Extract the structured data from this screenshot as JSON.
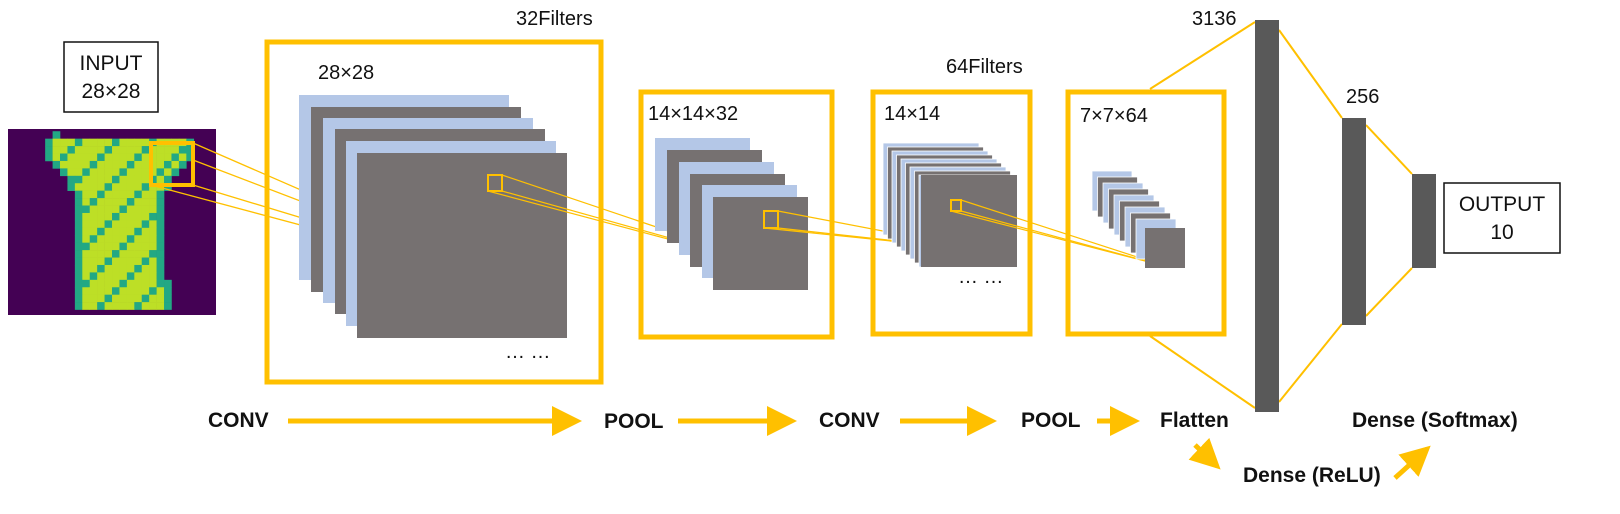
{
  "colors": {
    "accent": "#FFC000",
    "feature_gray": "#767171",
    "feature_blue": "#B4C7E7",
    "dense_bar": "#595959",
    "input_bg": "#440154",
    "input_mid": "#22A884",
    "input_bright": "#BDDF26"
  },
  "input_box": {
    "line1": "INPUT",
    "line2": "28×28"
  },
  "output_box": {
    "line1": "OUTPUT",
    "line2": "10"
  },
  "conv1": {
    "filters": "32Filters",
    "size": "28×28",
    "ellipsis": "… …"
  },
  "pool1": {
    "size": "14×14×32"
  },
  "conv2": {
    "filters": "64Filters",
    "size": "14×14",
    "ellipsis": "… …"
  },
  "pool2": {
    "size": "7×7×64"
  },
  "dense": {
    "flatten_units": "3136",
    "hidden_units": "256"
  },
  "pipeline": {
    "conv1": "CONV",
    "pool1": "POOL",
    "conv2": "CONV",
    "pool2": "POOL",
    "flatten": "Flatten",
    "dense_relu": "Dense (ReLU)",
    "dense_softmax": "Dense (Softmax)"
  }
}
